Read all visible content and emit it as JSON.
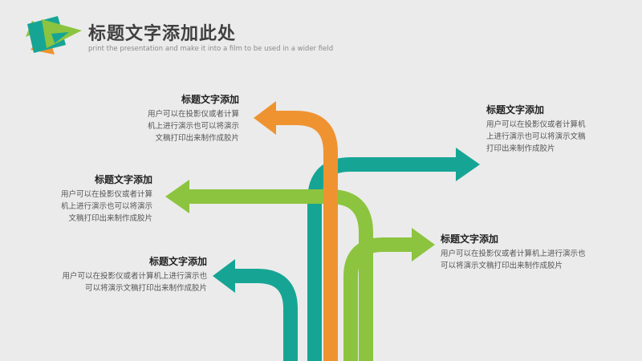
{
  "header": {
    "title": "标题文字添加此处",
    "subtitle": "print the presentation and make it into a film to be used in a wider field"
  },
  "colors": {
    "orange": "#ef9331",
    "green": "#8cc43f",
    "teal": "#16a595",
    "text_dark": "#222222",
    "text_body": "#555555"
  },
  "icons": {
    "logo": "triangle-logo-icon",
    "arrows": "arrow-icon"
  },
  "blocks": [
    {
      "id": "top-left",
      "title": "标题文字添加",
      "lines": [
        "用户可以在投影仪或者计算",
        "机上进行演示也可以将演示",
        "文稿打印出来制作成胶片"
      ]
    },
    {
      "id": "mid-left",
      "title": "标题文字添加",
      "lines": [
        "用户可以在投影仪或者计算",
        "机上进行演示也可以将演示",
        "文稿打印出来制作成胶片"
      ]
    },
    {
      "id": "bottom-left",
      "title": "标题文字添加",
      "lines": [
        "用户可以在投影仪或者计算机上进行演示也",
        "可以将演示文稿打印出来制作成胶片"
      ]
    },
    {
      "id": "top-right",
      "title": "标题文字添加",
      "lines": [
        "用户可以在投影仪或者计算机",
        "上进行演示也可以将演示文稿",
        "打印出来制作成胶片"
      ]
    },
    {
      "id": "mid-right",
      "title": "标题文字添加",
      "lines": [
        "用户可以在投影仪或者计算机上进行演示也",
        "可以将演示文稿打印出来制作成胶片"
      ]
    }
  ]
}
